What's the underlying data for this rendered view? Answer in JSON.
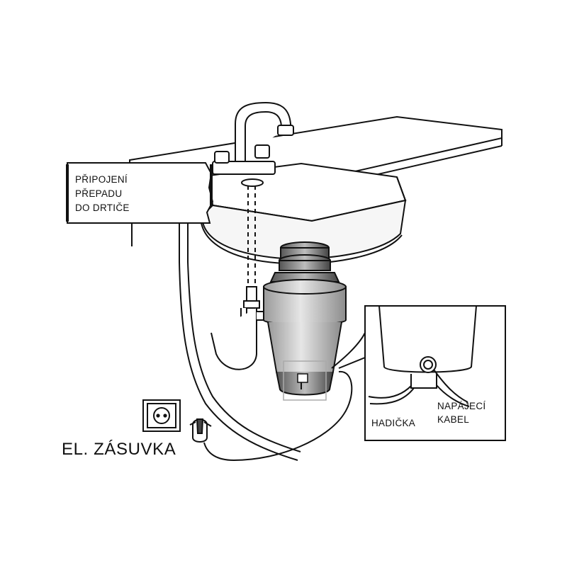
{
  "labels": {
    "overflow": [
      "PŘIPOJENÍ",
      "PŘEPADU",
      "DO DRTIČE"
    ],
    "outlet": "EL. ZÁSUVKA",
    "hose": "HADIČKA",
    "cable": [
      "NAPÁJECÍ",
      "KABEL"
    ]
  },
  "colors": {
    "line": "#111111",
    "background": "#ffffff",
    "metal": "#bdbdbd"
  }
}
